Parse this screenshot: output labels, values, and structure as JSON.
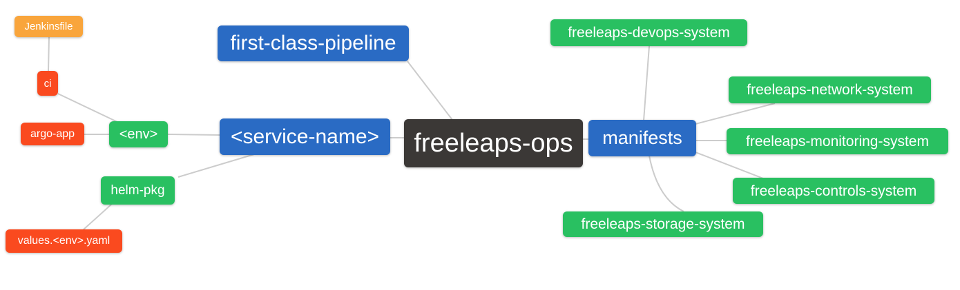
{
  "colors": {
    "root_node": "#3b3836",
    "primary_node": "#2a6bc4",
    "secondary_node": "#29c061",
    "file_node": "#fa4a1f",
    "jenkins_node": "#f9a53c",
    "edge": "#cccccc",
    "node_text": "#ffffff",
    "background": "#ffffff"
  },
  "mindmap": {
    "root": {
      "label": "freeleaps-ops"
    },
    "branches": [
      {
        "label": "first-class-pipeline",
        "children": []
      },
      {
        "label": "<service-name>",
        "children": [
          {
            "label": "<env>",
            "children": [
              {
                "label": "ci",
                "children": [
                  {
                    "label": "Jenkinsfile",
                    "children": []
                  }
                ]
              },
              {
                "label": "argo-app",
                "children": []
              }
            ]
          },
          {
            "label": "helm-pkg",
            "children": [
              {
                "label": "values.<env>.yaml",
                "children": []
              }
            ]
          }
        ]
      },
      {
        "label": "manifests",
        "children": [
          {
            "label": "freeleaps-devops-system",
            "children": []
          },
          {
            "label": "freeleaps-network-system",
            "children": []
          },
          {
            "label": "freeleaps-monitoring-system",
            "children": []
          },
          {
            "label": "freeleaps-controls-system",
            "children": []
          },
          {
            "label": "freeleaps-storage-system",
            "children": []
          }
        ]
      }
    ]
  }
}
